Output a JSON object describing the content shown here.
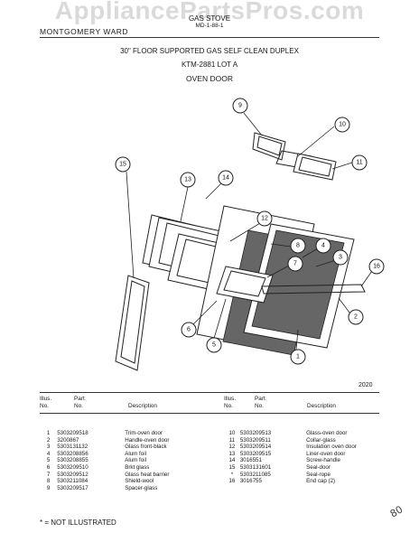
{
  "watermark": "AppliancePartsPros.com",
  "header": {
    "category": "GAS STOVE",
    "model_code": "MD-1-88-1",
    "brand": "MONTGOMERY WARD",
    "title": "30\" FLOOR SUPPORTED GAS SELF CLEAN DUPLEX",
    "model": "KTM-2881 LOT A",
    "section": "OVEN DOOR"
  },
  "diagram": {
    "page_ref": "2020",
    "callouts": [
      "1",
      "2",
      "3",
      "4",
      "5",
      "6",
      "7",
      "8",
      "9",
      "10",
      "11",
      "12",
      "13",
      "14",
      "15",
      "16"
    ]
  },
  "table": {
    "headers": {
      "illus": "Illus.",
      "no": "No.",
      "part": "Part",
      "part_no": "No.",
      "description": "Description"
    },
    "left": [
      {
        "illus": "1",
        "part": "5303209518",
        "description": "Trim-oven door"
      },
      {
        "illus": "2",
        "part": "3200867",
        "description": "Handle-oven door"
      },
      {
        "illus": "3",
        "part": "5303131132",
        "description": "Glass front-black"
      },
      {
        "illus": "4",
        "part": "5303208856",
        "description": "Alum foil"
      },
      {
        "illus": "5",
        "part": "5303208855",
        "description": "Alum foil"
      },
      {
        "illus": "6",
        "part": "5303209510",
        "description": "Brkt glass"
      },
      {
        "illus": "7",
        "part": "5303209512",
        "description": "Glass heat barrier"
      },
      {
        "illus": "8",
        "part": "5303211084",
        "description": "Shield-wool"
      },
      {
        "illus": "9",
        "part": "5303209517",
        "description": "Spacer-glass"
      }
    ],
    "right": [
      {
        "illus": "10",
        "part": "5303209513",
        "description": "Glass-oven door"
      },
      {
        "illus": "11",
        "part": "5303209511",
        "description": "Collar-glass"
      },
      {
        "illus": "12",
        "part": "5303209514",
        "description": "Insulation oven door"
      },
      {
        "illus": "13",
        "part": "5303209515",
        "description": "Liner-oven door"
      },
      {
        "illus": "14",
        "part": "3016551",
        "description": "Screw-handle"
      },
      {
        "illus": "15",
        "part": "5303131601",
        "description": "Seal-door"
      },
      {
        "illus": "*",
        "part": "5303211085",
        "description": "Seal-rope"
      },
      {
        "illus": "16",
        "part": "3016755",
        "description": "End cap (2)"
      }
    ]
  },
  "footer": {
    "note": "* = NOT ILLUSTRATED",
    "handwriting": "80"
  }
}
